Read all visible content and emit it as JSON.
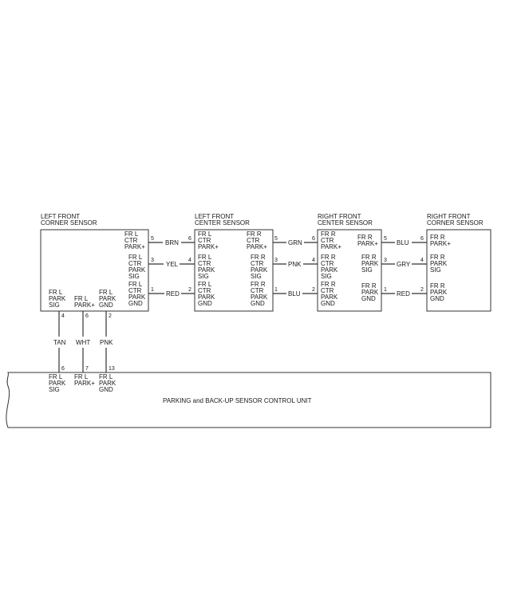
{
  "components": {
    "lfc": {
      "title": [
        "LEFT FRONT",
        "CORNER SENSOR"
      ],
      "park_plus": [
        "FR L",
        "CTR",
        "PARK+"
      ],
      "park_sig": [
        "FR L",
        "CTR",
        "PARK",
        "SIG"
      ],
      "park_gnd": [
        "FR L",
        "CTR",
        "PARK",
        "GND"
      ],
      "bottom_sig": [
        "FR L",
        "PARK",
        "SIG"
      ],
      "bottom_plus": [
        "FR L",
        "PARK+"
      ],
      "bottom_gnd": [
        "FR L",
        "PARK",
        "GND"
      ]
    },
    "lfcs": {
      "title": [
        "LEFT FRONT",
        "CENTER SENSOR"
      ],
      "l_park_plus": [
        "FR L",
        "CTR",
        "PARK+"
      ],
      "l_park_sig": [
        "FR L",
        "CTR",
        "PARK",
        "SIG"
      ],
      "l_park_gnd": [
        "FR L",
        "CTR",
        "PARK",
        "GND"
      ],
      "r_park_plus": [
        "FR R",
        "CTR",
        "PARK+"
      ],
      "r_park_sig": [
        "FR R",
        "CTR",
        "PARK",
        "SIG"
      ],
      "r_park_gnd": [
        "FR R",
        "CTR",
        "PARK",
        "GND"
      ]
    },
    "rfcs": {
      "title": [
        "RIGHT FRONT",
        "CENTER SENSOR"
      ],
      "l_park_plus": [
        "FR R",
        "CTR",
        "PARK+"
      ],
      "l_park_sig": [
        "FR R",
        "CTR",
        "PARK",
        "SIG"
      ],
      "l_park_gnd": [
        "FR R",
        "CTR",
        "PARK",
        "GND"
      ],
      "r_park_plus": [
        "FR R",
        "PARK+"
      ],
      "r_park_sig": [
        "FR R",
        "PARK",
        "SIG"
      ],
      "r_park_gnd": [
        "FR R",
        "PARK",
        "GND"
      ]
    },
    "rfc": {
      "title": [
        "RIGHT FRONT",
        "CORNER SENSOR"
      ],
      "park_plus": [
        "FR R",
        "PARK+"
      ],
      "park_sig": [
        "FR R",
        "PARK",
        "SIG"
      ],
      "park_gnd": [
        "FR R",
        "PARK",
        "GND"
      ]
    },
    "ctrl": {
      "name": "PARKING and BACK-UP SENSOR CONTROL UNIT",
      "sig": [
        "FR L",
        "PARK",
        "SIG"
      ],
      "plus": [
        "FR L",
        "PARK+"
      ],
      "gnd": [
        "FR L",
        "PARK",
        "GND"
      ]
    }
  },
  "wires": {
    "w1": {
      "pin_a": "5",
      "color": "BRN",
      "pin_b": "6"
    },
    "w2": {
      "pin_a": "3",
      "color": "YEL",
      "pin_b": "4"
    },
    "w3": {
      "pin_a": "1",
      "color": "RED",
      "pin_b": "2"
    },
    "w4": {
      "pin_a": "5",
      "color": "GRN",
      "pin_b": "6"
    },
    "w5": {
      "pin_a": "3",
      "color": "PNK",
      "pin_b": "4"
    },
    "w6": {
      "pin_a": "1",
      "color": "BLU",
      "pin_b": "2"
    },
    "w7": {
      "pin_a": "5",
      "color": "BLU",
      "pin_b": "6"
    },
    "w8": {
      "pin_a": "3",
      "color": "GRY",
      "pin_b": "4"
    },
    "w9": {
      "pin_a": "1",
      "color": "RED",
      "pin_b": "2"
    },
    "v1": {
      "pin_a": "4",
      "color": "TAN",
      "pin_b": "6"
    },
    "v2": {
      "pin_a": "6",
      "color": "WHT",
      "pin_b": "7"
    },
    "v3": {
      "pin_a": "2",
      "color": "PNK",
      "pin_b": "13"
    }
  }
}
